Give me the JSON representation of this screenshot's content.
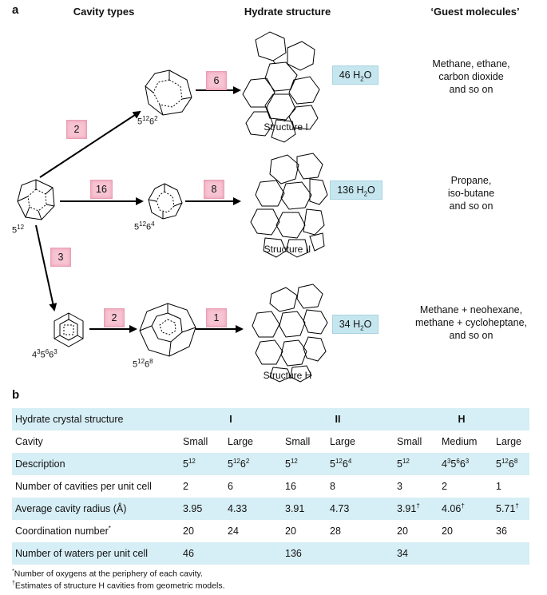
{
  "panel_a": {
    "label": "a",
    "col_cavity": "Cavity types",
    "col_structure": "Hydrate structure",
    "col_guest": "‘Guest molecules’",
    "badges": {
      "b_512_to_51262": "2",
      "b_51262_to_s1": "6",
      "b_512_to_51264": "16",
      "b_51264_to_s2": "8",
      "b_512_to_435663": "3",
      "b_435663_to_51268": "2",
      "b_51268_to_sh": "1"
    },
    "cavities": {
      "c512": "5",
      "c512_sup": "12",
      "c51262_base": "5",
      "c51262_sup1": "12",
      "c51262_mid": "6",
      "c51262_sup2": "2",
      "c51264_base": "5",
      "c51264_sup1": "12",
      "c51264_mid": "6",
      "c51264_sup2": "4",
      "c51268_base": "5",
      "c51268_sup1": "12",
      "c51268_mid": "6",
      "c51268_sup2": "8",
      "c435663_a": "4",
      "c435663_sa": "3",
      "c435663_b": "5",
      "c435663_sb": "6",
      "c435663_c": "6",
      "c435663_sc": "3"
    },
    "structures": {
      "s1": "Structure I",
      "s2": "Structure II",
      "sh": "Structure H"
    },
    "waters": {
      "s1_num": "46 H",
      "s1_sub": "2",
      "s1_tail": "O",
      "s2_num": "136 H",
      "s2_sub": "2",
      "s2_tail": "O",
      "sh_num": "34 H",
      "sh_sub": "2",
      "sh_tail": "O"
    },
    "guests": {
      "s1": "Methane, ethane,\ncarbon dioxide\nand so on",
      "s2": "Propane,\niso-butane\nand so on",
      "sh": "Methane + neohexane,\nmethane + cycloheptane,\nand so on"
    }
  },
  "panel_b": {
    "label": "b",
    "header": {
      "title": "Hydrate crystal structure",
      "g1": "I",
      "g2": "II",
      "g3": "H"
    },
    "cavity_row": {
      "label": "Cavity",
      "cells": [
        "Small",
        "Large",
        "Small",
        "Large",
        "Small",
        "Medium",
        "Large"
      ]
    },
    "description_label": "Description",
    "desc": [
      {
        "base": "5",
        "sup": "12",
        "mid": "",
        "sup2": ""
      },
      {
        "base": "5",
        "sup": "12",
        "mid": "6",
        "sup2": "2"
      },
      {
        "base": "5",
        "sup": "12",
        "mid": "",
        "sup2": ""
      },
      {
        "base": "5",
        "sup": "12",
        "mid": "6",
        "sup2": "4"
      },
      {
        "base": "5",
        "sup": "12",
        "mid": "",
        "sup2": ""
      },
      {
        "base": "4",
        "sup": "3",
        "mid": "5",
        "sup2": "6",
        "mid2": "6",
        "sup3": "3"
      },
      {
        "base": "5",
        "sup": "12",
        "mid": "6",
        "sup2": "8"
      }
    ],
    "cavities_row": {
      "label": "Number of cavities per unit cell",
      "cells": [
        "2",
        "6",
        "16",
        "8",
        "3",
        "2",
        "1"
      ]
    },
    "radius_row": {
      "label": "Average cavity radius (Å)",
      "cells": [
        "3.95",
        "4.33",
        "3.91",
        "4.73",
        "3.91",
        "4.06",
        "5.71"
      ],
      "dagger": "†"
    },
    "coord_row": {
      "label": "Coordination number",
      "star": "*",
      "cells": [
        "20",
        "24",
        "20",
        "28",
        "20",
        "20",
        "36"
      ]
    },
    "waters_row": {
      "label": "Number of waters per unit cell",
      "g1": "46",
      "g2": "136",
      "g3": "34"
    },
    "footnote1_mark": "*",
    "footnote1": "Number of oxygens at the periphery of each cavity.",
    "footnote2_mark": "†",
    "footnote2": "Estimates of structure H cavities from geometric models."
  }
}
